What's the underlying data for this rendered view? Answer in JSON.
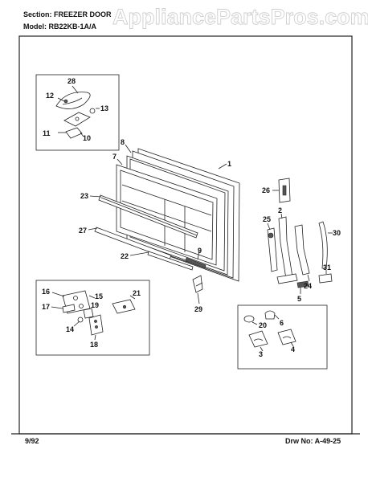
{
  "header": {
    "section": "Section: FREEZER DOOR",
    "model": "Model: RB22KB-1A/A"
  },
  "watermark": "AppliancePartsPros.com",
  "footer": {
    "date": "9/92",
    "drawing": "Drw No: A-49-25"
  },
  "parts": [
    {
      "id": "p28",
      "label": "28"
    },
    {
      "id": "p12",
      "label": "12"
    },
    {
      "id": "p13",
      "label": "13"
    },
    {
      "id": "p11",
      "label": "11"
    },
    {
      "id": "p10",
      "label": "10"
    },
    {
      "id": "p8",
      "label": "8"
    },
    {
      "id": "p7",
      "label": "7"
    },
    {
      "id": "p1",
      "label": "1"
    },
    {
      "id": "p23",
      "label": "23"
    },
    {
      "id": "p27",
      "label": "27"
    },
    {
      "id": "p22",
      "label": "22"
    },
    {
      "id": "p9",
      "label": "9"
    },
    {
      "id": "p29",
      "label": "29"
    },
    {
      "id": "p26",
      "label": "26"
    },
    {
      "id": "p25",
      "label": "25"
    },
    {
      "id": "p2",
      "label": "2"
    },
    {
      "id": "p30",
      "label": "30"
    },
    {
      "id": "p24",
      "label": "24"
    },
    {
      "id": "p31",
      "label": "31"
    },
    {
      "id": "p5",
      "label": "5"
    },
    {
      "id": "p16",
      "label": "16"
    },
    {
      "id": "p15",
      "label": "15"
    },
    {
      "id": "p17",
      "label": "17"
    },
    {
      "id": "p19",
      "label": "19"
    },
    {
      "id": "p14",
      "label": "14"
    },
    {
      "id": "p18",
      "label": "18"
    },
    {
      "id": "p21",
      "label": "21"
    },
    {
      "id": "p6",
      "label": "6"
    },
    {
      "id": "p20",
      "label": "20"
    },
    {
      "id": "p3",
      "label": "3"
    },
    {
      "id": "p4",
      "label": "4"
    }
  ]
}
